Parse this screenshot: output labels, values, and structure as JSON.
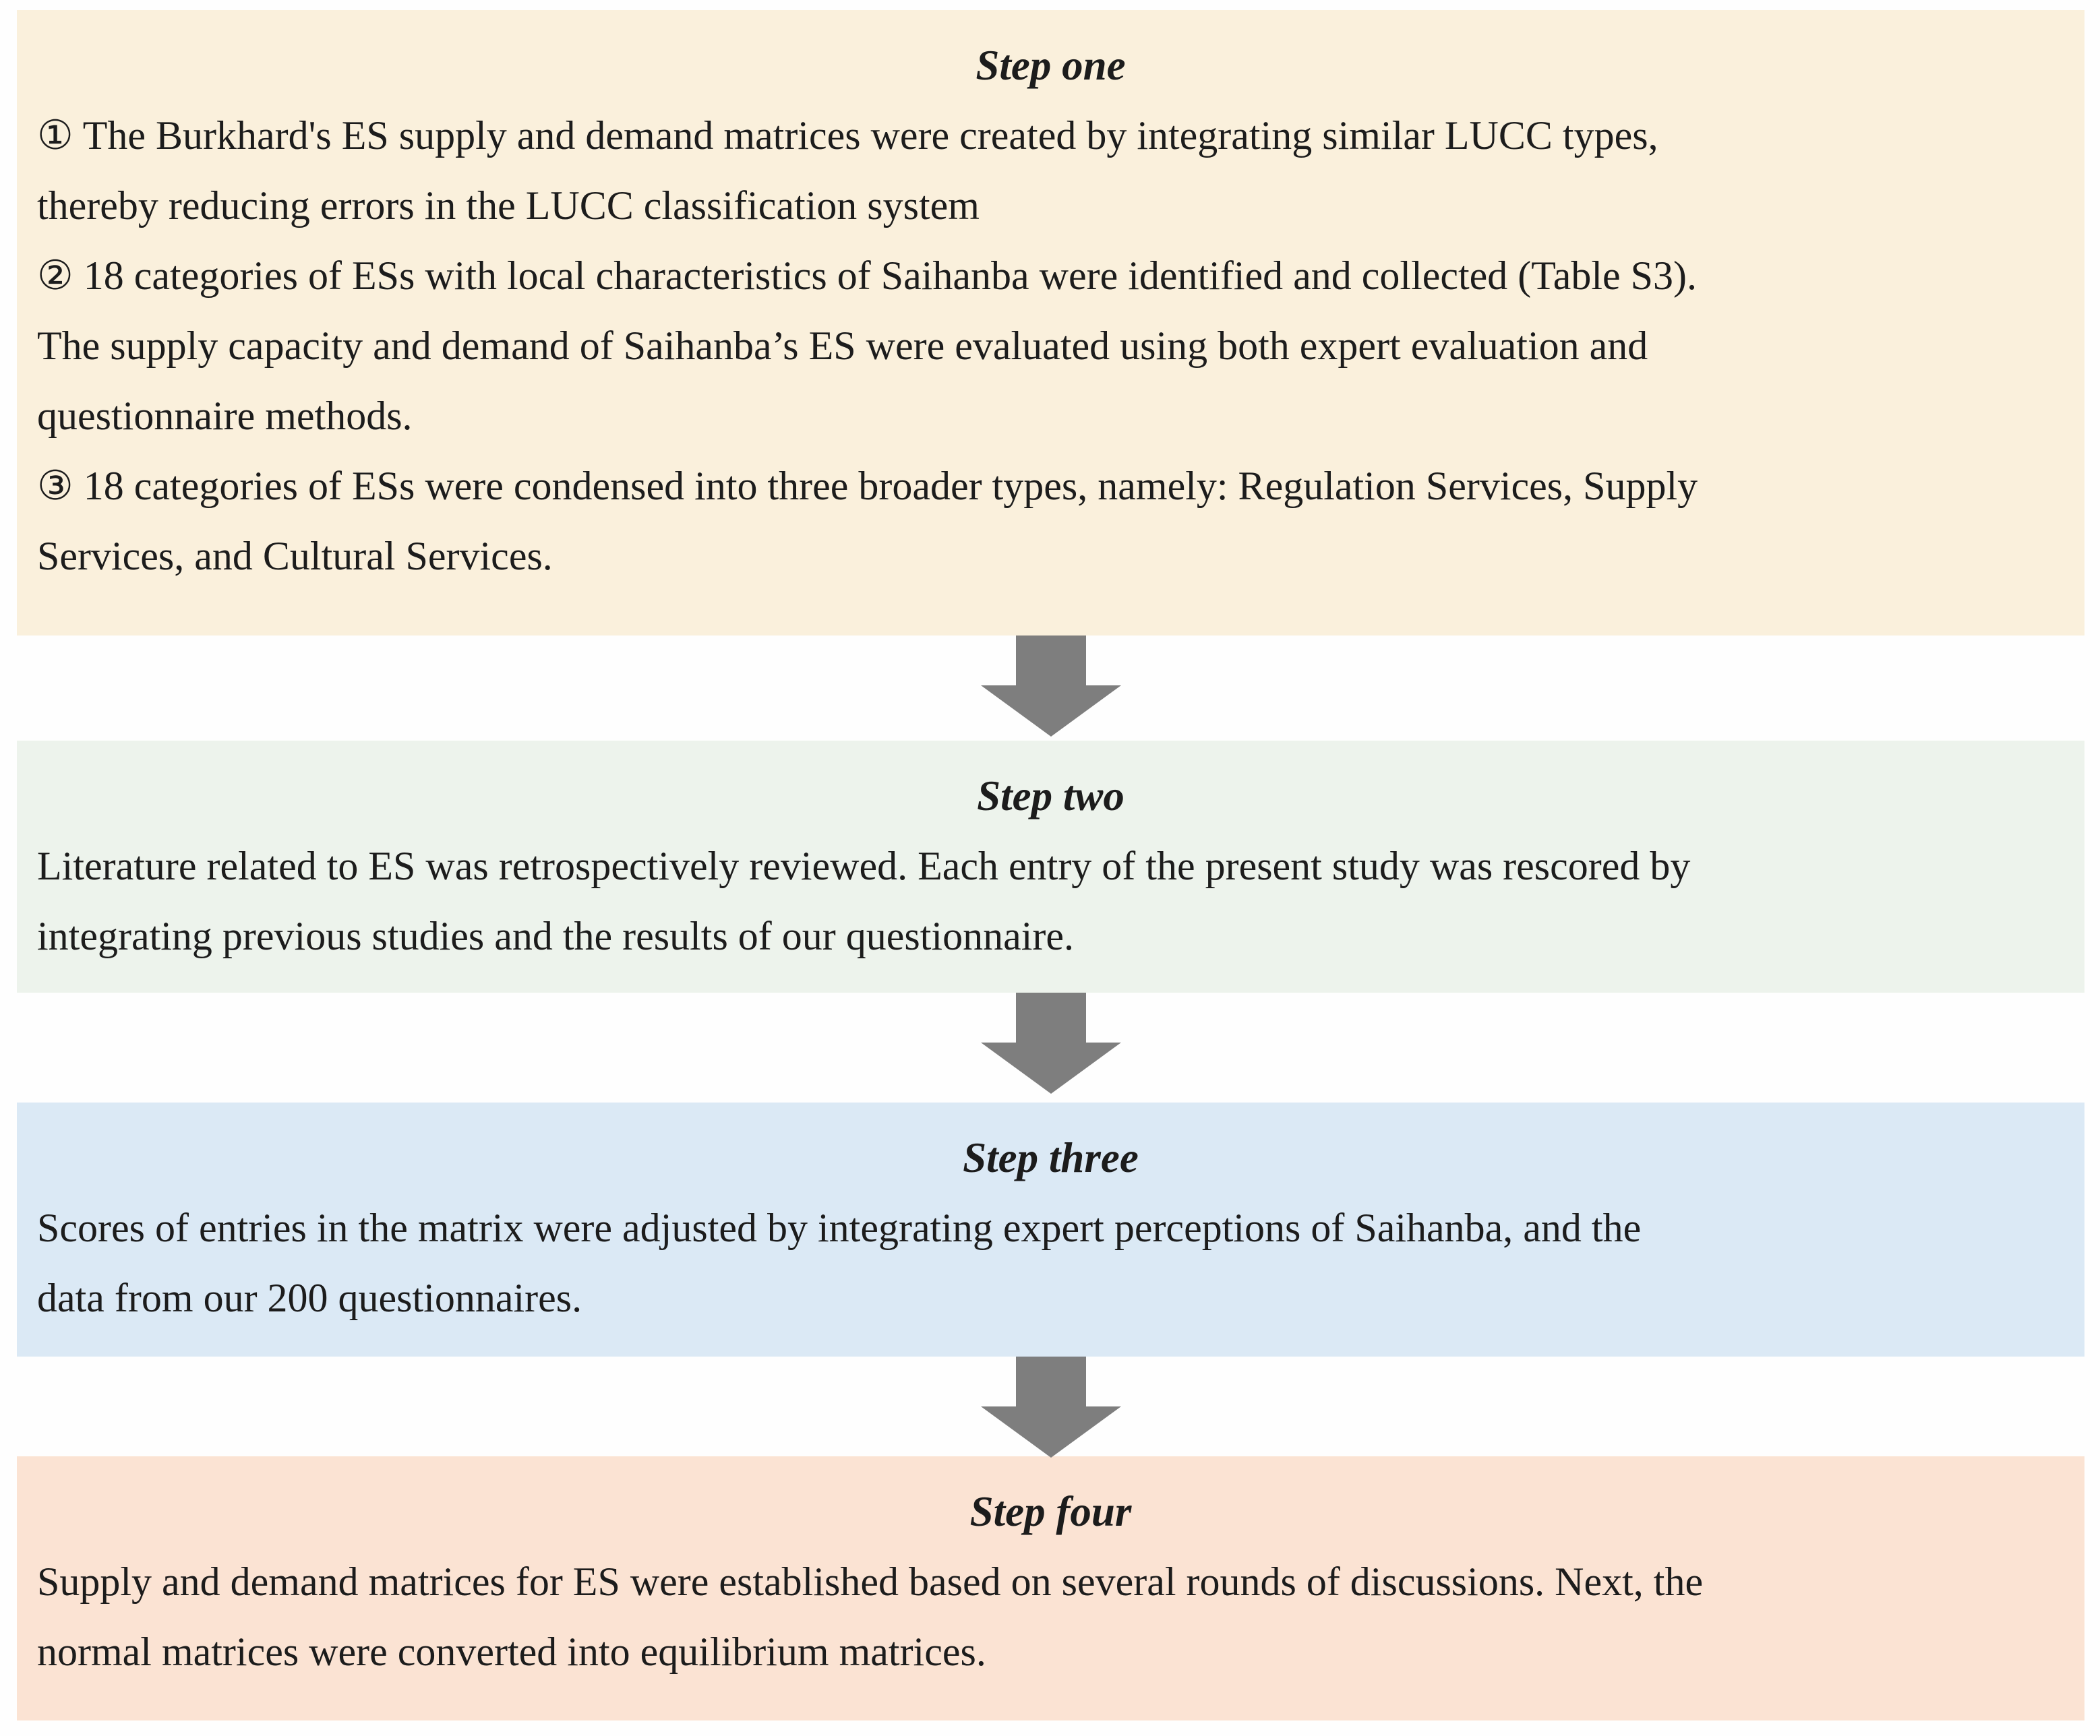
{
  "colors": {
    "page_bg": "#fefefe",
    "text": "#1c1c1c",
    "arrow": "#7e7e7e",
    "step_one_bg": "#faf0dc",
    "step_two_bg": "#edf3ec",
    "step_three_bg": "#dbe9f5",
    "step_four_bg": "#fbe3d3"
  },
  "steps": [
    {
      "title": "Step one",
      "lines": [
        "① The Burkhard's ES supply and demand matrices were created by integrating similar LUCC types,",
        "thereby reducing errors in the LUCC classification system",
        "② 18 categories of ESs with local characteristics of Saihanba were identified and collected (Table S3).",
        "The supply capacity and demand of Saihanba’s ES were evaluated using both expert evaluation and",
        "questionnaire methods.",
        "③ 18 categories of ESs were condensed into three broader types, namely: Regulation Services, Supply",
        "Services, and Cultural Services."
      ]
    },
    {
      "title": "Step two",
      "lines": [
        "Literature related to ES was retrospectively reviewed. Each entry of the present study was rescored by",
        "integrating previous studies and the results of our questionnaire."
      ]
    },
    {
      "title": "Step three",
      "lines": [
        "Scores of entries in the matrix were adjusted by integrating expert perceptions of Saihanba, and the",
        "data from our 200 questionnaires."
      ]
    },
    {
      "title": "Step four",
      "lines": [
        "Supply and demand matrices for ES were established based on several rounds of discussions. Next, the",
        "normal matrices were converted into equilibrium matrices."
      ]
    }
  ]
}
